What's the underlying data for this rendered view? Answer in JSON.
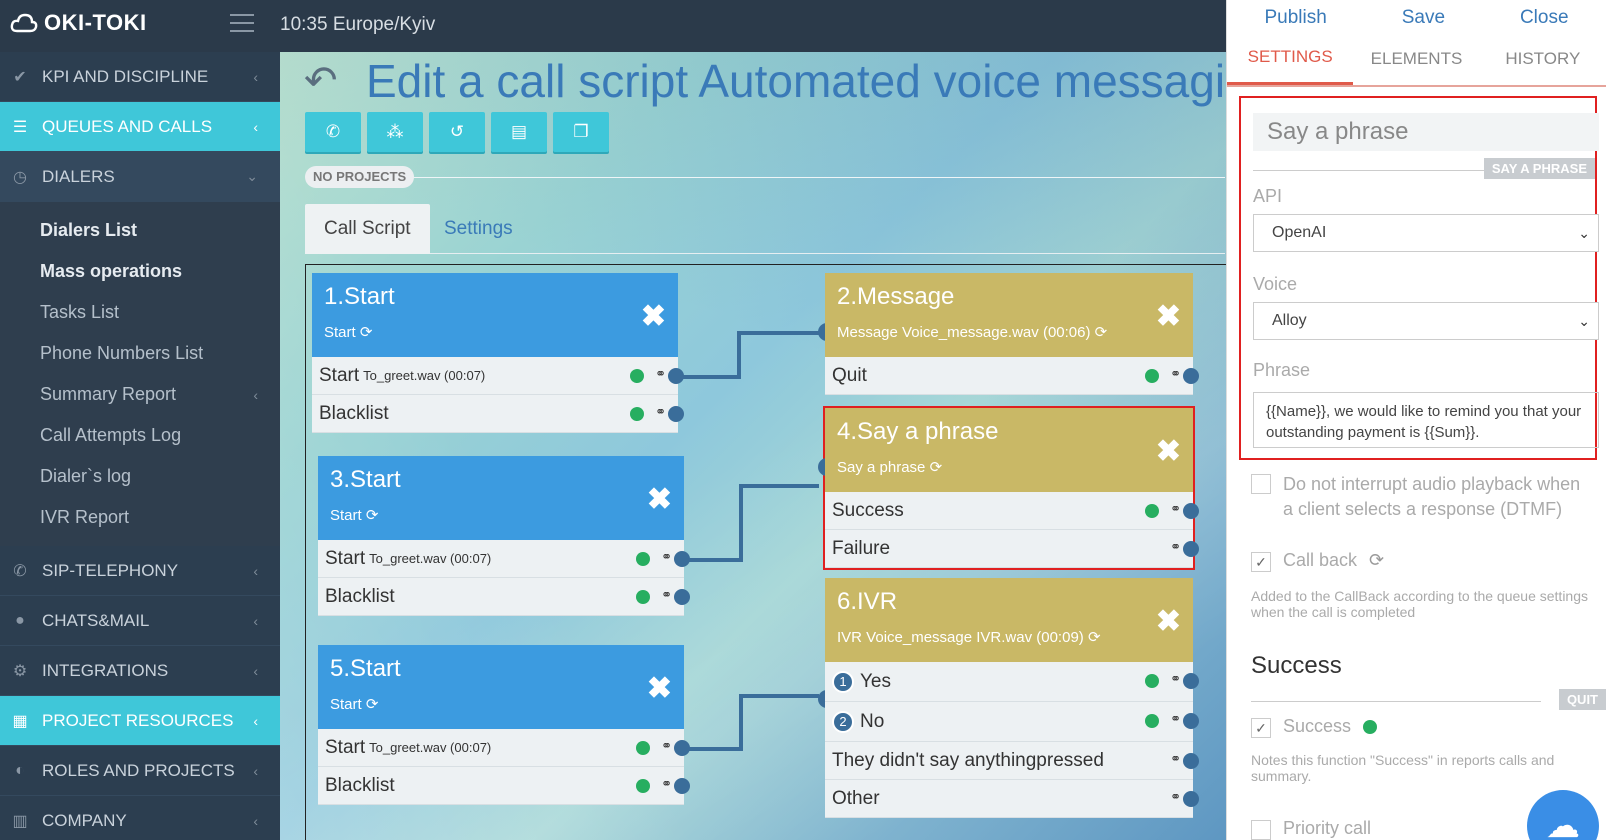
{
  "topbar": {
    "logo": "OKI-TOKI",
    "clock": "10:35  Europe/Kyiv"
  },
  "sidebar": {
    "items": [
      {
        "label": "KPI AND DISCIPLINE"
      },
      {
        "label": "QUEUES AND CALLS"
      },
      {
        "label": "DIALERS"
      },
      {
        "label": "SIP-TELEPHONY"
      },
      {
        "label": "CHATS&MAIL"
      },
      {
        "label": "INTEGRATIONS"
      },
      {
        "label": "PROJECT RESOURCES"
      },
      {
        "label": "ROLES AND PROJECTS"
      },
      {
        "label": "COMPANY"
      }
    ],
    "dialers_sub": [
      "Dialers List",
      "Mass operations",
      "Tasks List",
      "Phone Numbers List",
      "Summary Report",
      "Call Attempts Log",
      "Dialer`s log",
      "IVR Report"
    ]
  },
  "main": {
    "title": "Edit a call script Automated voice messagin",
    "projects_badge": "NO PROJECTS",
    "tabs": [
      "Call Script",
      "Settings"
    ]
  },
  "nodes": {
    "n1": {
      "title": "1.Start",
      "subtitle": "Start",
      "row1": "Start",
      "row1_file": "To_greet.wav (00:07)",
      "row2": "Blacklist"
    },
    "n3": {
      "title": "3.Start",
      "subtitle": "Start",
      "row1": "Start",
      "row1_file": "To_greet.wav (00:07)",
      "row2": "Blacklist"
    },
    "n5": {
      "title": "5.Start",
      "subtitle": "Start",
      "row1": "Start",
      "row1_file": "To_greet.wav (00:07)",
      "row2": "Blacklist"
    },
    "n2": {
      "title": "2.Message",
      "subtitle": "Message Voice_message.wav (00:06)",
      "row1": "Quit"
    },
    "n4": {
      "title": "4.Say a phrase",
      "subtitle": "Say a phrase",
      "row1": "Success",
      "row2": "Failure"
    },
    "n6": {
      "title": "6.IVR",
      "subtitle": "IVR Voice_message IVR.wav (00:09)",
      "row1_num": "1",
      "row1": "Yes",
      "row2_num": "2",
      "row2": "No",
      "row3": "They didn't say anythingpressed",
      "row4": "Other"
    }
  },
  "panel": {
    "actions": [
      "Publish",
      "Save",
      "Close"
    ],
    "tabs": [
      "SETTINGS",
      "ELEMENTS",
      "HISTORY"
    ],
    "name_value": "Say a phrase",
    "name_tag": "SAY A PHRASE",
    "api_label": "API",
    "api_value": "OpenAI",
    "voice_label": "Voice",
    "voice_value": "Alloy",
    "phrase_label": "Phrase",
    "phrase_value": "{{Name}}, we would like to remind you that your outstanding payment is {{Sum}}.",
    "no_interrupt": "Do not interrupt audio playback when a client selects a response (DTMF)",
    "call_back": "Call back",
    "call_back_note": "Added to the CallBack according to the queue settings when the call is completed",
    "section_title": "Success",
    "section_tag": "QUIT",
    "success_label": "Success",
    "success_note": "Notes this function \"Success\" in reports calls and summary.",
    "priority_label": "Priority call"
  },
  "colors": {
    "accent": "#3fc7d9",
    "node_blue": "#3c9be0",
    "node_gold": "#c9b866",
    "selected": "#e02020",
    "tab_active": "#e05a4a"
  }
}
